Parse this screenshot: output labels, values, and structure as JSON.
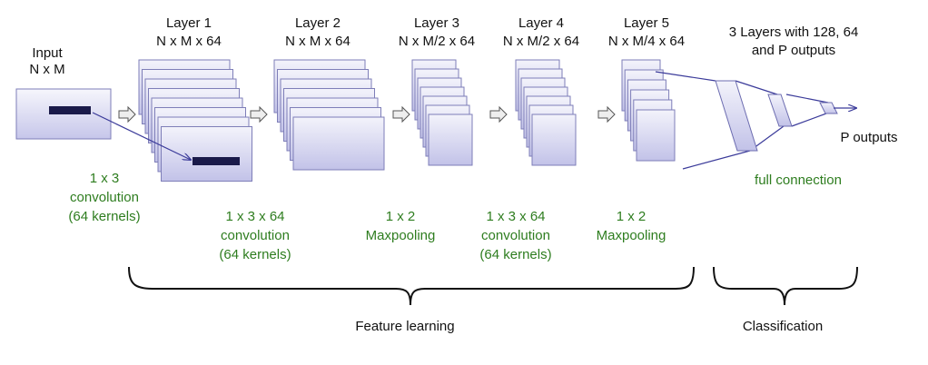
{
  "colors": {
    "accent_text": "#2e7d1f",
    "layer_fill_top": "#f3f3fb",
    "layer_fill_bottom": "#c2c2e8",
    "layer_stroke": "#7e7eb8",
    "kernel_bar": "#1a1a4a",
    "connector_line": "#3b3b9a",
    "arrow_fill": "#eeeeee"
  },
  "input": {
    "title": "Input",
    "dims": "N x M"
  },
  "layers": [
    {
      "title": "Layer 1",
      "dims": "N x M x 64"
    },
    {
      "title": "Layer 2",
      "dims": "N x M x 64"
    },
    {
      "title": "Layer 3",
      "dims": "N x M/2 x 64"
    },
    {
      "title": "Layer 4",
      "dims": "N x M/2 x 64"
    },
    {
      "title": "Layer 5",
      "dims": "N x M/4 x 64"
    }
  ],
  "fc_header": {
    "line1": "3 Layers with 128, 64",
    "line2": "and P outputs"
  },
  "ops": [
    {
      "l1": "1 x 3",
      "l2": "convolution",
      "l3": "(64 kernels)"
    },
    {
      "l1": "1 x 3 x 64",
      "l2": "convolution",
      "l3": "(64 kernels)"
    },
    {
      "l1": "1 x 2",
      "l2": "Maxpooling"
    },
    {
      "l1": "1 x 3 x 64",
      "l2": "convolution",
      "l3": "(64 kernels)"
    },
    {
      "l1": "1 x 2",
      "l2": "Maxpooling"
    }
  ],
  "full_connection": "full connection",
  "p_outputs": "P outputs",
  "brackets": {
    "feature_learning": "Feature learning",
    "classification": "Classification"
  }
}
